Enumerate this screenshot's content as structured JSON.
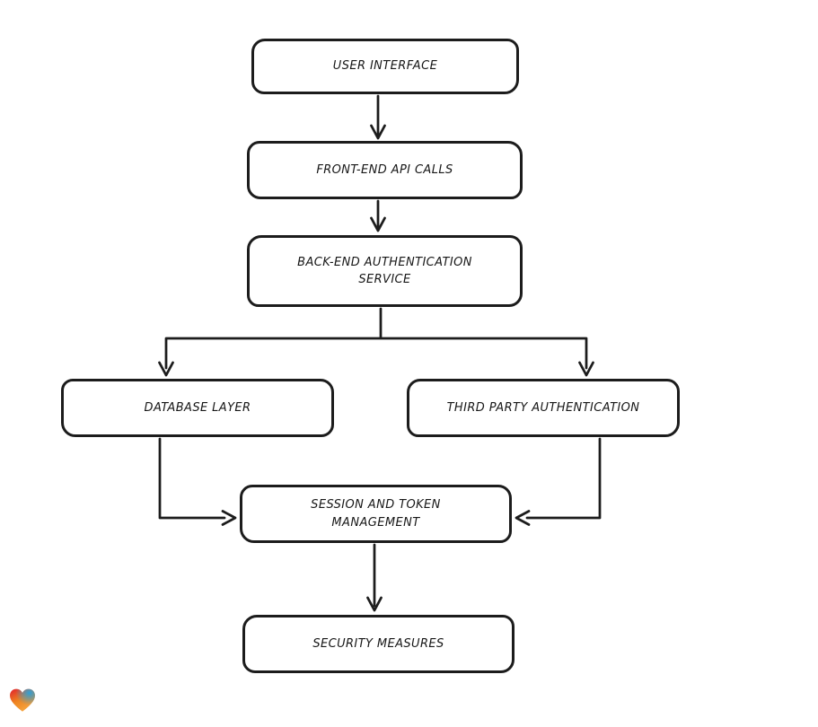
{
  "page": {
    "background": "#ffffff"
  },
  "diagram": {
    "type": "flowchart",
    "stroke_color": "#1c1c1c",
    "node_fill": "#ffffff",
    "nodes": [
      {
        "id": "user-interface",
        "label": "USER INTERFACE"
      },
      {
        "id": "front-end-api-calls",
        "label": "FRONT-END API CALLS"
      },
      {
        "id": "back-end-authentication-service",
        "label": "BACK-END AUTHENTICATION\nSERVICE"
      },
      {
        "id": "database-layer",
        "label": "DATABASE LAYER"
      },
      {
        "id": "third-party-authentication",
        "label": "THIRD PARTY AUTHENTICATION"
      },
      {
        "id": "session-and-token-management",
        "label": "SESSION AND TOKEN\nMANAGEMENT"
      },
      {
        "id": "security-measures",
        "label": "SECURITY MEASURES"
      }
    ],
    "edges": [
      {
        "from": "user-interface",
        "to": "front-end-api-calls"
      },
      {
        "from": "front-end-api-calls",
        "to": "back-end-authentication-service"
      },
      {
        "from": "back-end-authentication-service",
        "to": "database-layer"
      },
      {
        "from": "back-end-authentication-service",
        "to": "third-party-authentication"
      },
      {
        "from": "database-layer",
        "to": "session-and-token-management"
      },
      {
        "from": "third-party-authentication",
        "to": "session-and-token-management"
      },
      {
        "from": "session-and-token-management",
        "to": "security-measures"
      }
    ]
  },
  "logo": {
    "name": "gradient-heart",
    "colors": {
      "top_left": "#e22b2b",
      "top_right": "#2f9fd6",
      "bottom": "#f5a43e"
    }
  }
}
